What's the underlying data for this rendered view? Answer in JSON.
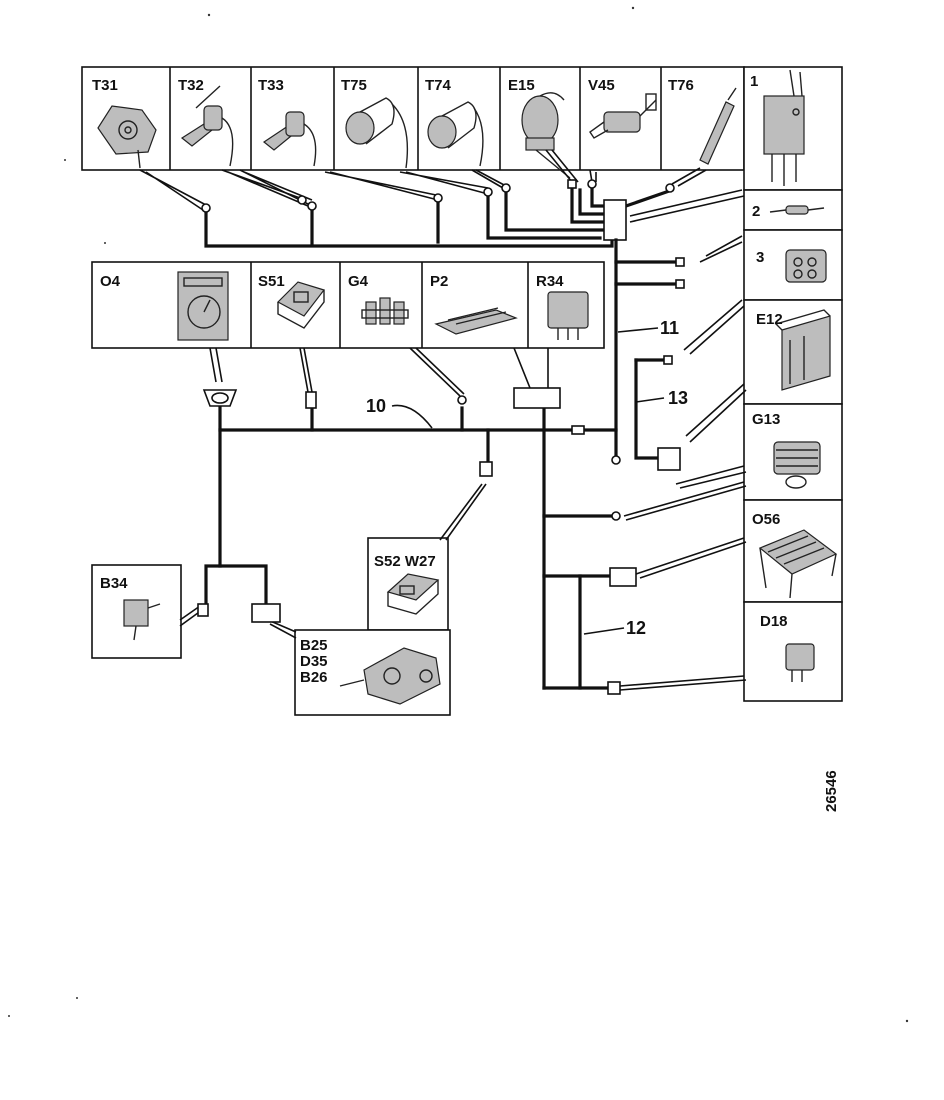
{
  "labels": {
    "T31": "T31",
    "T32": "T32",
    "T33": "T33",
    "T75": "T75",
    "T74": "T74",
    "E15": "E15",
    "V45": "V45",
    "T76": "T76",
    "one": "1",
    "two": "2",
    "three": "3",
    "E12": "E12",
    "G13": "G13",
    "O56": "O56",
    "D18": "D18",
    "O4": "O4",
    "S51": "S51",
    "G4": "G4",
    "P2": "P2",
    "R34": "R34",
    "S52W27": "S52 W27",
    "B34": "B34",
    "B25": "B25",
    "D35": "D35",
    "B26": "B26"
  },
  "harness_numbers": {
    "h10": "10",
    "h11": "11",
    "h12": "12",
    "h13": "13"
  },
  "figure_code": "26546"
}
